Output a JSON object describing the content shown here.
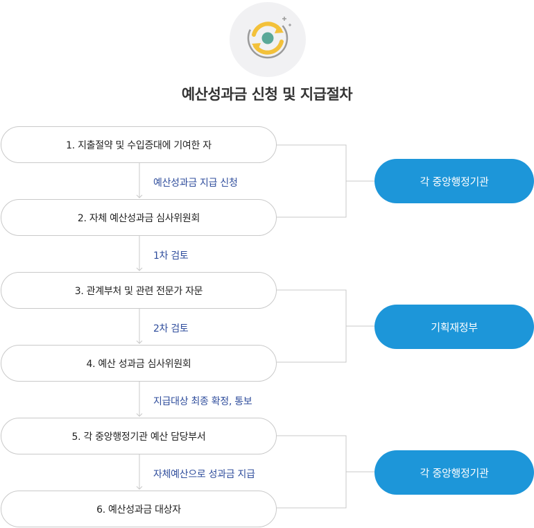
{
  "title": "예산성과금 신청 및 지급절차",
  "steps": [
    {
      "label": "1. 지출절약 및 수입증대에 기여한 자"
    },
    {
      "label": "2. 자체 예산성과금 심사위원회"
    },
    {
      "label": "3. 관계부처 및 관련 전문가 자문"
    },
    {
      "label": "4. 예산 성과금 심사위원회"
    },
    {
      "label": "5. 각 중앙행정기관 예산 담당부서"
    },
    {
      "label": "6. 예산성과금 대상자"
    }
  ],
  "transitions": [
    {
      "label": "예산성과금 지급 신청"
    },
    {
      "label": "1차 검토"
    },
    {
      "label": "2차 검토"
    },
    {
      "label": "지급대상 최종 확정, 통보"
    },
    {
      "label": "자체예산으로 성과금 지급"
    }
  ],
  "organizations": [
    {
      "label": "각 중앙행정기관"
    },
    {
      "label": "기획재정부"
    },
    {
      "label": "각 중앙행정기관"
    }
  ],
  "colors": {
    "org_fill": "#1d96d9",
    "flow_label": "#2f4d9c",
    "step_border": "#c9c9c9",
    "title": "#333333",
    "icon_ring": "#f3c13a",
    "icon_dot": "#5aa898"
  },
  "icon": "refresh-cycle-icon"
}
